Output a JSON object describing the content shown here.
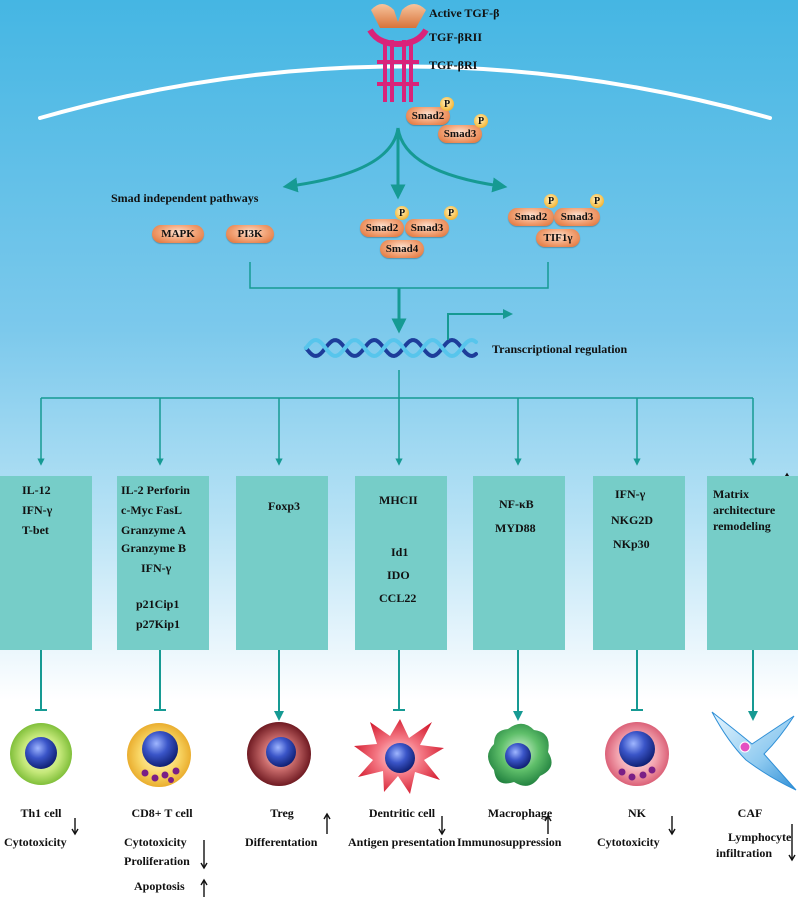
{
  "receptor": {
    "ligand_label": "Active TGF-β",
    "receptor2_label": "TGF-βRII",
    "receptor1_label": "TGF-βRI"
  },
  "smads": {
    "smad2": "Smad2",
    "smad3": "Smad3",
    "smad4": "Smad4",
    "tif1": "TIF1γ",
    "p": "P"
  },
  "pathways": {
    "independent_label": "Smad independent pathways",
    "mapk": "MAPK",
    "pi3k": "PI3K"
  },
  "transcription_label": "Transcriptional regulation",
  "boxes": [
    {
      "lines": [
        "IL-12",
        "IFN-γ",
        "T-bet"
      ]
    },
    {
      "lines": [
        "IL-2 Perforin",
        "c-Myc  FasL",
        "Granzyme A",
        "Granzyme B",
        "IFN-γ",
        "p21Cip1",
        "p27Kip1"
      ]
    },
    {
      "lines": [
        "Foxp3"
      ]
    },
    {
      "lines": [
        "MHCII",
        "Id1",
        "IDO",
        "CCL22"
      ]
    },
    {
      "lines": [
        "NF-κB",
        "MYD88"
      ]
    },
    {
      "lines": [
        "IFN-γ",
        "NKG2D",
        "NKp30"
      ]
    },
    {
      "lines": [
        "Matrix",
        "architecture",
        "remodeling"
      ]
    }
  ],
  "cells": [
    {
      "name": "Th1 cell",
      "effects": [
        "Cytotoxicity"
      ]
    },
    {
      "name": "CD8+ T cell",
      "effects": [
        "Cytotoxicity",
        "Proliferation",
        "Apoptosis"
      ]
    },
    {
      "name": "Treg",
      "effects": [
        "Differentation"
      ]
    },
    {
      "name": "Dentritic cell",
      "effects": [
        "Antigen presentation"
      ]
    },
    {
      "name": "Macrophage",
      "effects": [
        "Immunosuppression"
      ]
    },
    {
      "name": "NK",
      "effects": [
        "Cytotoxicity"
      ]
    },
    {
      "name": "CAF",
      "effects": [
        "Lymphocyte",
        "infiltration"
      ]
    }
  ],
  "colors": {
    "arrow": "#169a93",
    "box": "#76cdc8",
    "receptor": "#d9237a",
    "smad": "#df6a2c"
  }
}
